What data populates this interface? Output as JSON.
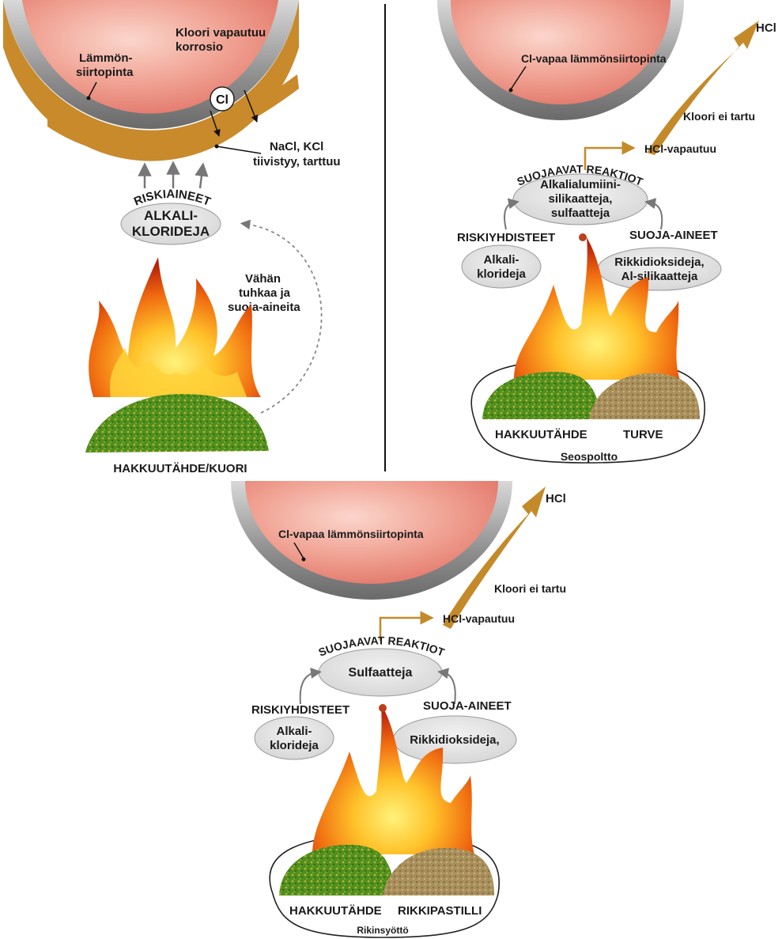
{
  "panel_a": {
    "label_surface_1": "Lämmön-",
    "label_surface_2": "siirtopinta",
    "label_chlorine_1": "Kloori vapautuu",
    "label_chlorine_2": "korrosio",
    "cl_symbol": "Cl",
    "label_salts_1": "NaCl, KCl",
    "label_salts_2": "tiivistyy, tarttuu",
    "arc_risk": "RISKIAINEET",
    "ellipse_1": "ALKALI-",
    "ellipse_2": "KLORIDEJA",
    "note_1": "Vähän",
    "note_2": "tuhkaa ja",
    "note_3": "suoja-aineita",
    "caption": "HAKKUUTÄHDE/KUORI"
  },
  "panel_b": {
    "surface_label": "Cl-vapaa lämmönsiirtopinta",
    "hcl": "HCl",
    "chlorine_not_stick": "Kloori ei tartu",
    "hcl_release": "HCl-vapautuu",
    "arc_reactions": "SUOJAAVAT REAKTIOT",
    "center_1": "Alkalialumiini-",
    "center_2": "silikaatteja,",
    "center_3": "sulfaatteja",
    "risk_heading": "RISKIYHDISTEET",
    "risk_1": "Alkali-",
    "risk_2": "kloridejа",
    "protect_heading": "SUOJA-AINEET",
    "protect_1": "Rikkidioksideja,",
    "protect_2": "Al-silikaatteja",
    "fuel_left": "HAKKUUTÄHDE",
    "fuel_right": "TURVE",
    "caption": "Seospoltto"
  },
  "panel_c": {
    "surface_label": "Cl-vapaa lämmönsiirtopinta",
    "hcl": "HCl",
    "chlorine_not_stick": "Kloori ei tartu",
    "hcl_release": "HCl-vapautuu",
    "arc_reactions": "SUOJAAVAT REAKTIOT",
    "center": "Sulfaatteja",
    "risk_heading": "RISKIYHDISTEET",
    "risk_1": "Alkali-",
    "risk_2": "kloridejа",
    "protect_heading": "SUOJA-AINEET",
    "protect": "Rikkidioksideja,",
    "fuel_left": "HAKKUUTÄHDE",
    "fuel_right": "RIKKIPASTILLI",
    "caption": "Rikinsyöttö"
  },
  "colors": {
    "tube_inner": "#e9877a",
    "tube_wall": "#9b9b9b",
    "deposit": "#c98a2b",
    "ellipse": "#e4e4e4",
    "flame_outer": "#c8260a",
    "flame_mid": "#f07a12",
    "flame_core": "#ffd23a",
    "wood_chips": "#4f8f1e",
    "peat": "#a88f5b",
    "arrow_gold": "#c48a2a"
  }
}
